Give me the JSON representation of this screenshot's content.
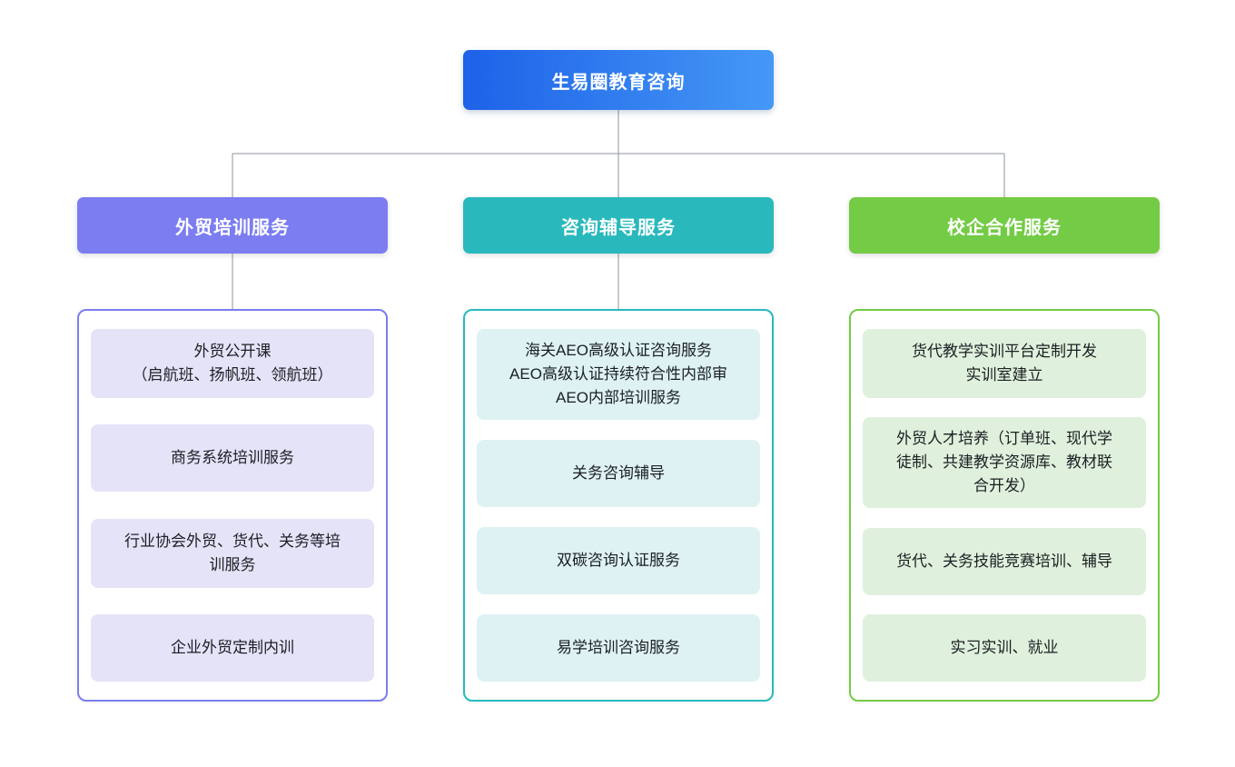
{
  "root": {
    "label": "生易圈教育咨询"
  },
  "colors": {
    "root_gradient_start": "#1d62e8",
    "root_gradient_end": "#4598f6",
    "branch1_accent": "#7b7df1",
    "branch1_item_bg": "#e4e3f8",
    "branch2_accent": "#29b9bd",
    "branch2_item_bg": "#def2f3",
    "branch3_accent": "#74cb45",
    "bran3_item_bg": "#dff1dc",
    "connector": "#8d959d",
    "item_text": "#1b1f24",
    "node_text": "#ffffff"
  },
  "columns": [
    {
      "header": "外贸培训服务",
      "items": [
        {
          "lines": [
            "外贸公开课",
            "（启航班、扬帆班、领航班）"
          ]
        },
        {
          "lines": [
            "商务系统培训服务"
          ]
        },
        {
          "lines": [
            "行业协会外贸、货代、关务等培",
            "训服务"
          ]
        },
        {
          "lines": [
            "企业外贸定制内训"
          ]
        }
      ]
    },
    {
      "header": "咨询辅导服务",
      "items": [
        {
          "lines": [
            "海关AEO高级认证咨询服务",
            "AEO高级认证持续符合性内部审",
            "AEO内部培训服务"
          ]
        },
        {
          "lines": [
            "关务咨询辅导"
          ]
        },
        {
          "lines": [
            "双碳咨询认证服务"
          ]
        },
        {
          "lines": [
            "易学培训咨询服务"
          ]
        }
      ]
    },
    {
      "header": "校企合作服务",
      "items": [
        {
          "lines": [
            "货代教学实训平台定制开发",
            "实训室建立"
          ]
        },
        {
          "lines": [
            "外贸人才培养（订单班、现代学",
            "徒制、共建教学资源库、教材联",
            "合开发）"
          ]
        },
        {
          "lines": [
            "货代、关务技能竞赛培训、辅导"
          ]
        },
        {
          "lines": [
            "实习实训、就业"
          ]
        }
      ]
    }
  ]
}
